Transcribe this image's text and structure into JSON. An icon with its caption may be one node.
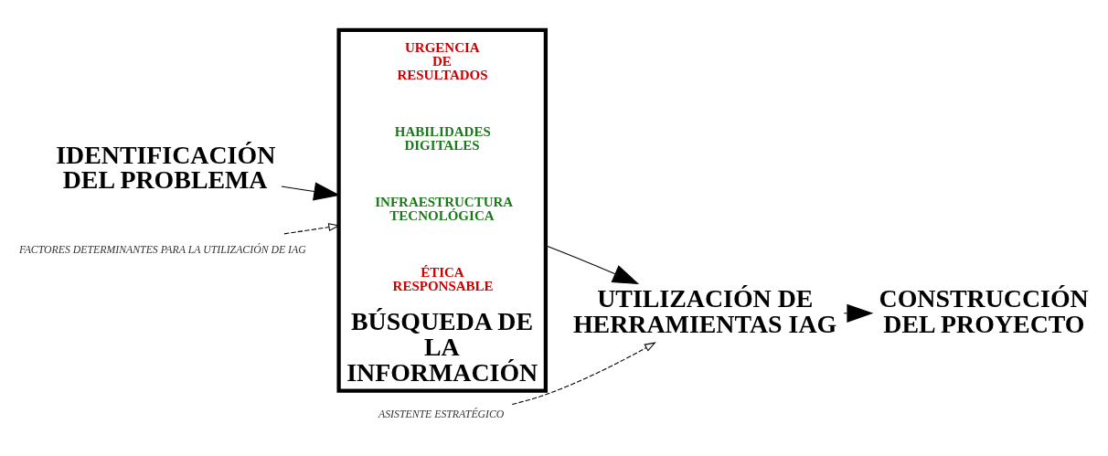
{
  "diagram": {
    "nodes": [
      {
        "text": [
          "IDENTIFICACIÓN DEL PROBLEMA"
        ]
      },
      {
        "text": [
          "BÚSQUEDA DE LA INFORMACIÓN"
        ]
      },
      {
        "text": [
          "URGENCIA DE RESULTADOS"
        ],
        "in": 1
      },
      {
        "text": [
          "HABILIDADES DIGITALES"
        ],
        "in": 1
      },
      {
        "text": [
          "INFRAESTRUCTURA TECNOLÓGICA"
        ],
        "in": 1
      },
      {
        "text": [
          "ÉTICA RESPONSABLE"
        ],
        "in": 1
      },
      {
        "text": [
          "UTILIZACIÓN DE HERRAMIENTAS IAG"
        ]
      },
      {
        "text": [
          "CONSTRUCCIÓN DEL PROYECTO"
        ]
      },
      {
        "text": [
          "FACTORES DETERMINANTES PARA LA UTILIZACIÓN DE IAG"
        ]
      },
      {
        "text": [
          "ASISTENTE ESTRATÉGICO"
        ]
      }
    ],
    "edges": [
      {
        "from": 0,
        "to": 1,
        "arrow": "to"
      },
      {
        "from": 1,
        "to": 6,
        "arrow": "to"
      },
      {
        "from": 6,
        "to": 7,
        "arrow": "to"
      },
      {
        "from": 8,
        "to": 1,
        "arrow": "to",
        "style": "dashed"
      },
      {
        "from": 9,
        "to": 6,
        "arrow": "to",
        "style": "dashed"
      }
    ]
  }
}
